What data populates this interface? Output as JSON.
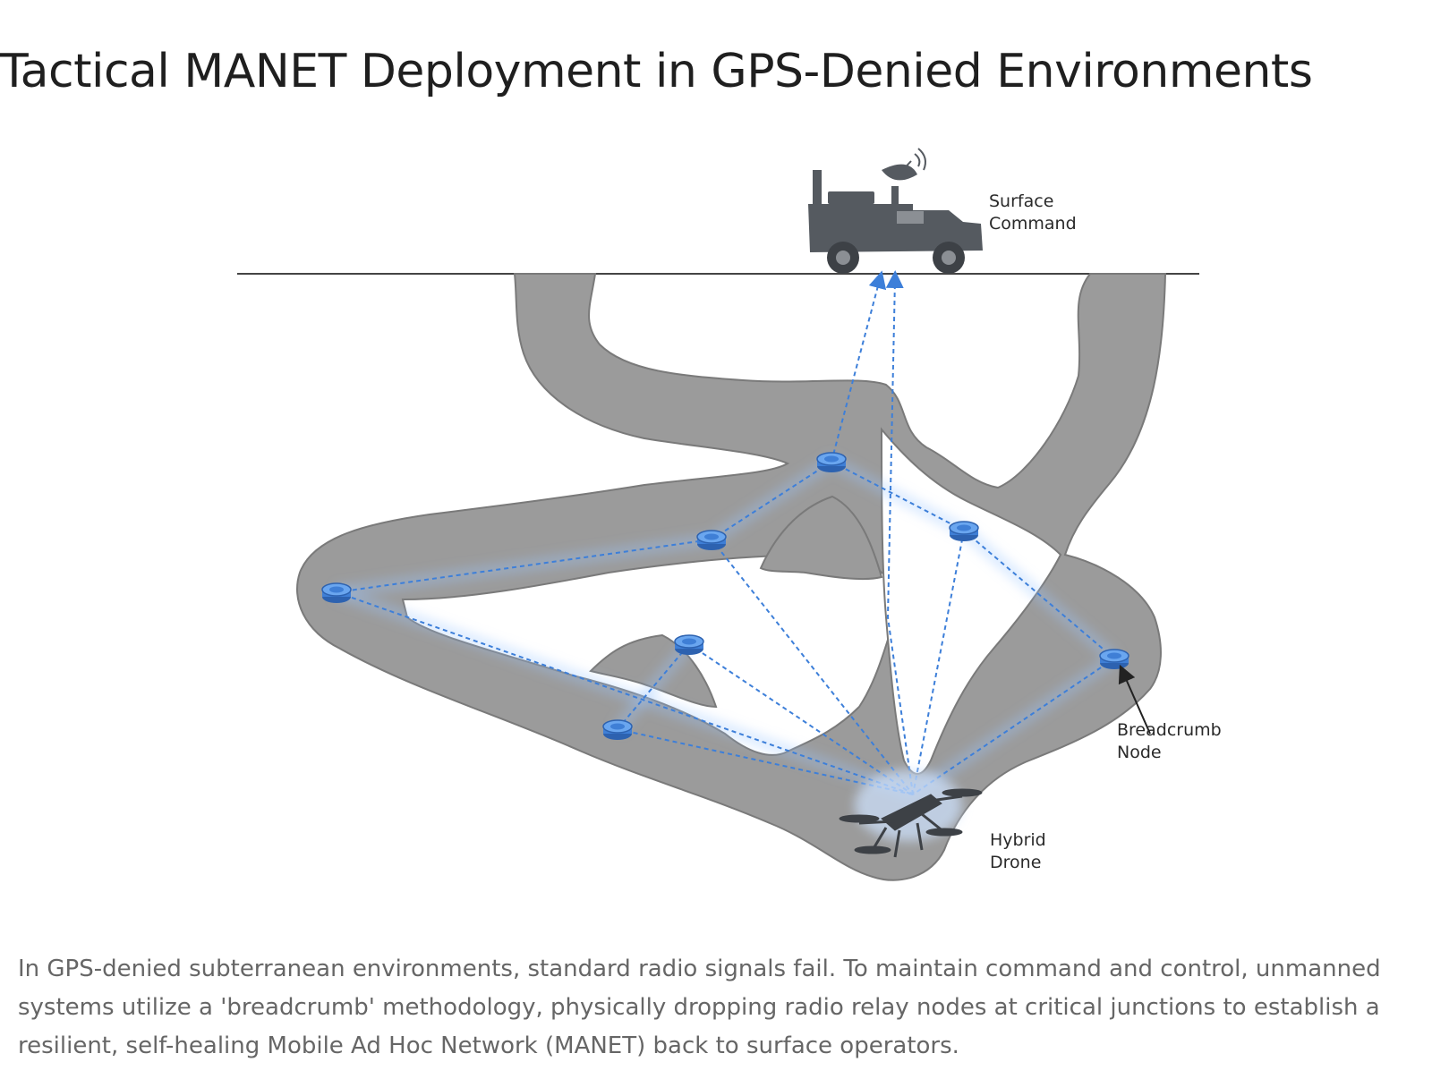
{
  "page": {
    "title": "Tactical MANET Deployment in GPS-Denied Environments",
    "caption": "In GPS-denied subterranean environments, standard radio signals fail. To maintain command and control, unmanned systems utilize a 'breadcrumb' methodology, physically dropping radio relay nodes at critical junctions to establish a resilient, self-healing Mobile Ad Hoc Network (MANET) back to surface operators."
  },
  "diagram": {
    "labels": {
      "surface_command": [
        "Surface",
        "Command"
      ],
      "breadcrumb_node": [
        "Breadcrumb",
        "Node"
      ],
      "hybrid_drone": [
        "Hybrid",
        "Drone"
      ]
    },
    "icons": {
      "vehicle": "command-vehicle-icon",
      "dish": "satellite-dish-icon",
      "node": "relay-node-icon",
      "drone": "drone-icon"
    },
    "colors": {
      "tunnel": "#9b9b9b",
      "tunnel_edge": "#7a7a7a",
      "link": "#3d7fd9",
      "node": "#3f7fd6",
      "vehicle": "#555a60",
      "glow": "#9cc7ff"
    }
  }
}
